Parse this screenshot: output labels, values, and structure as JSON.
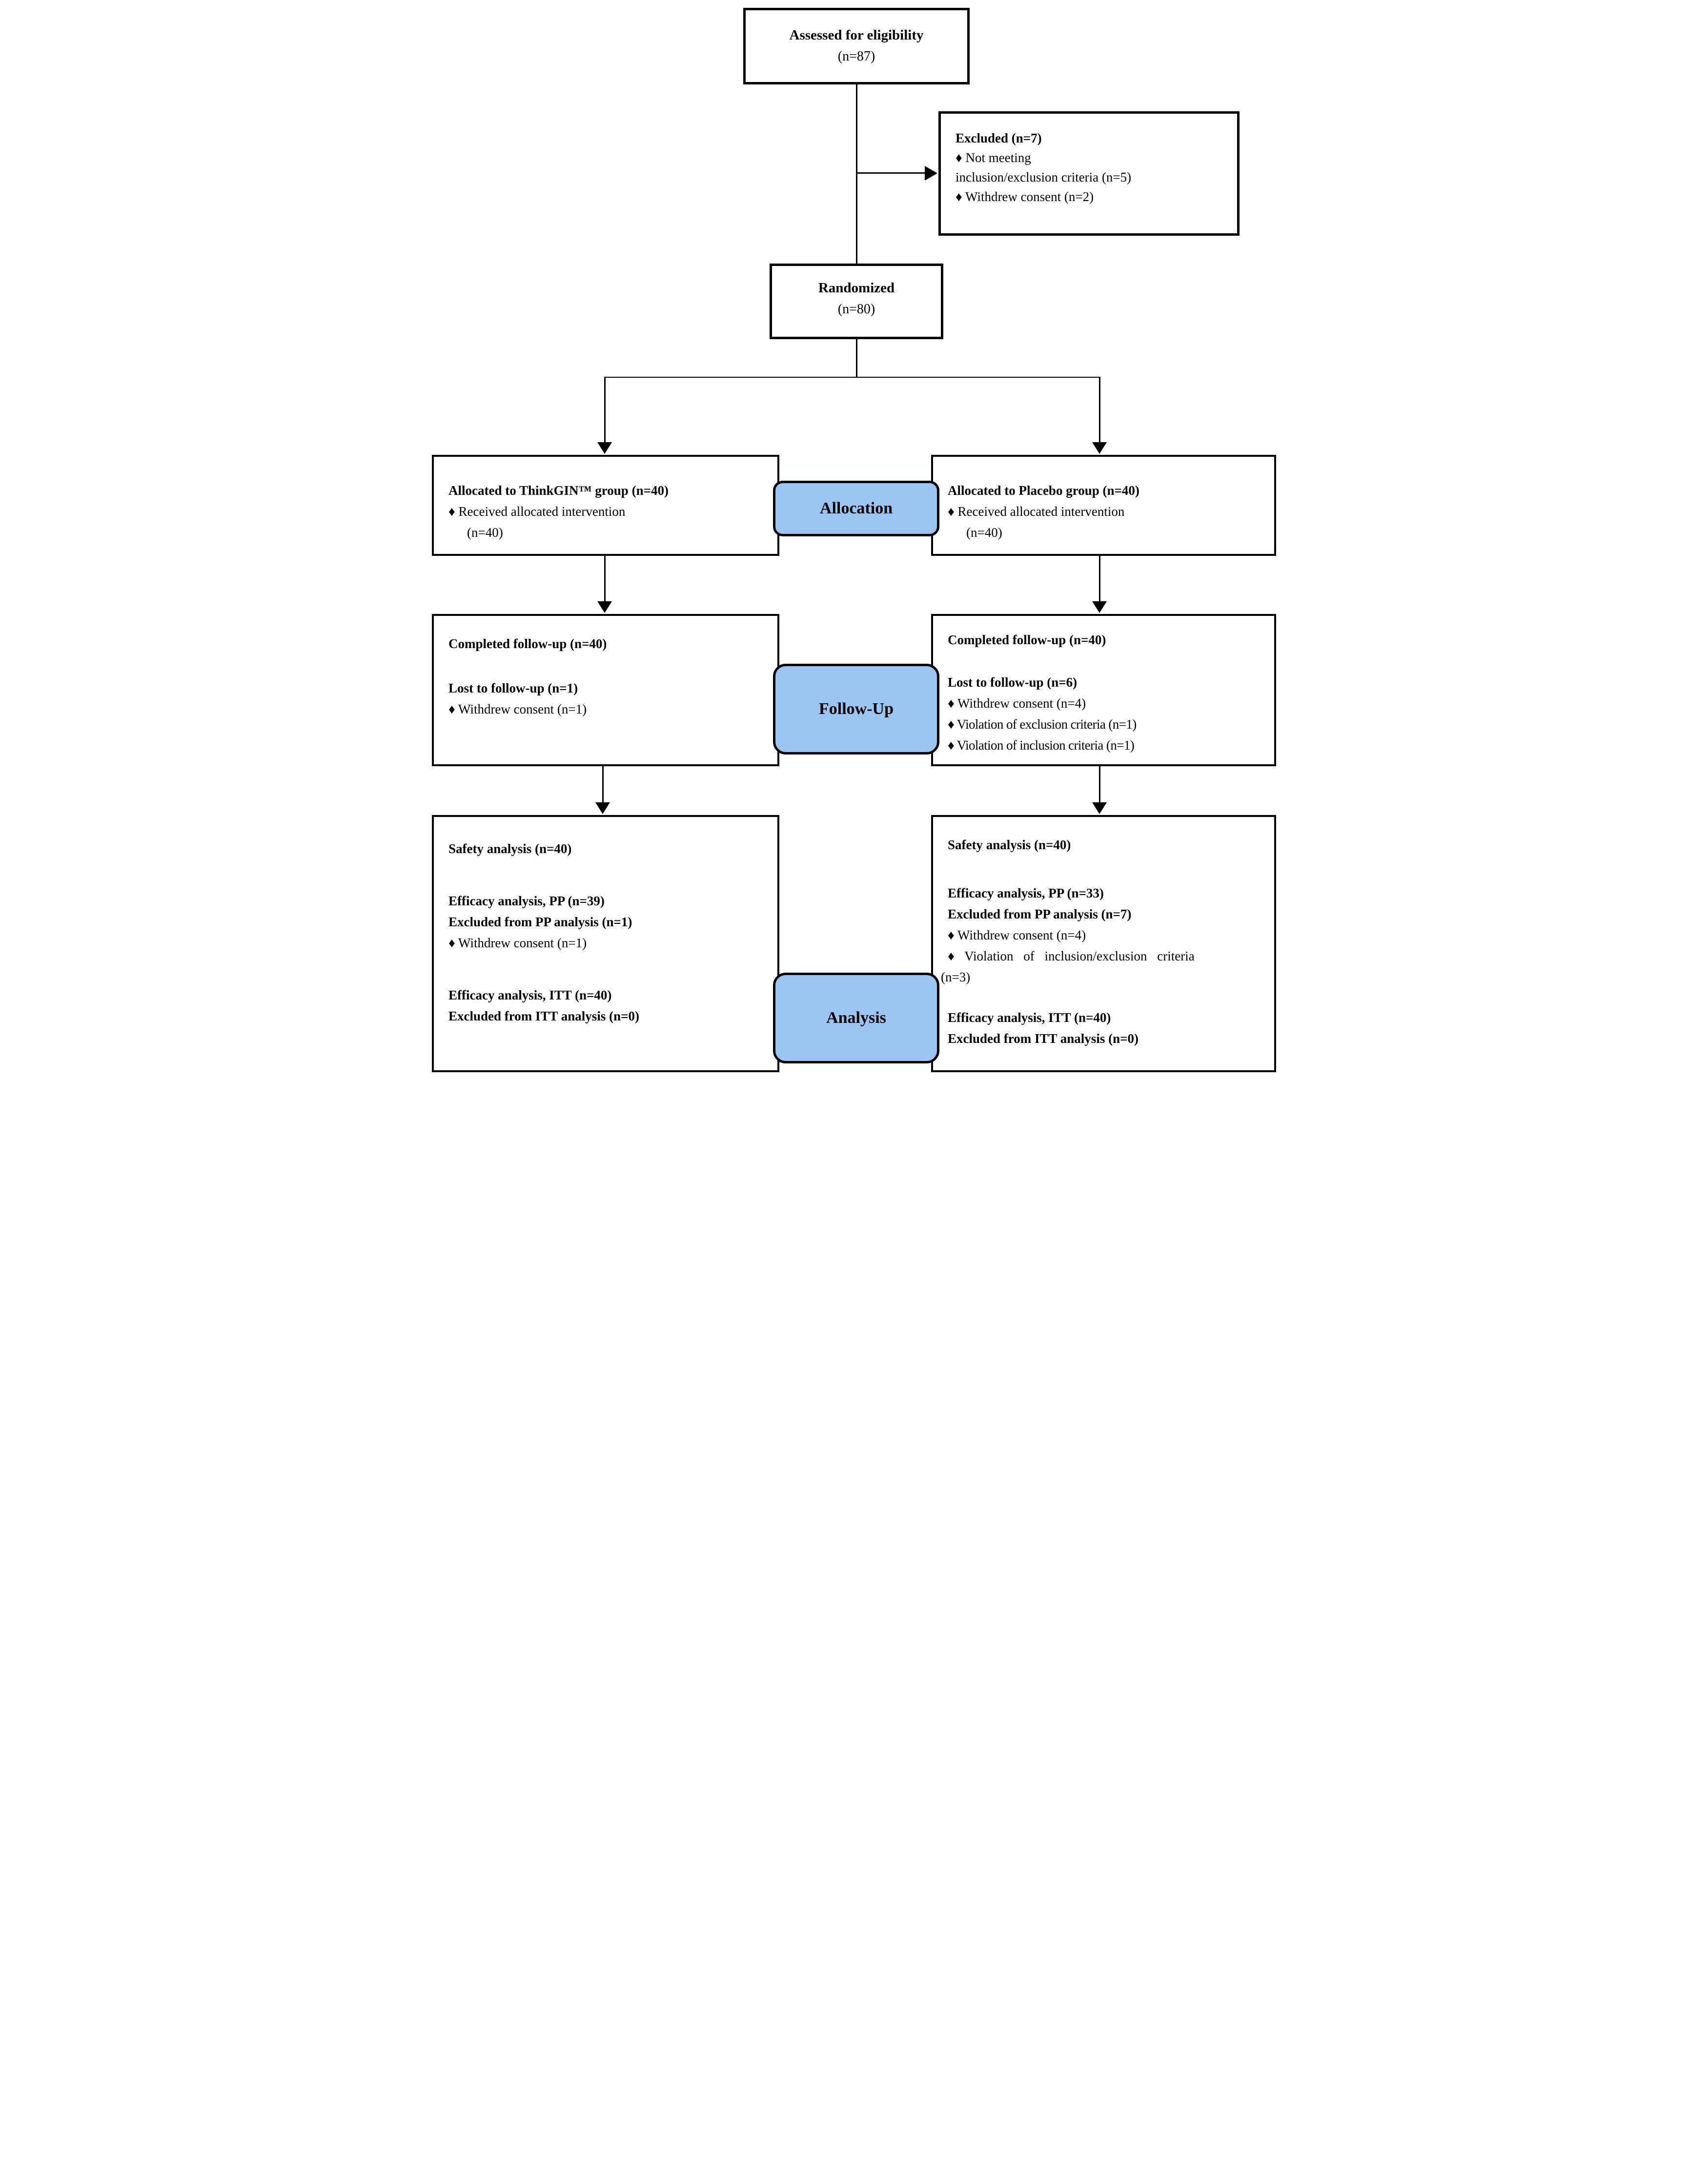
{
  "figure": {
    "type": "consort-flow-diagram",
    "colors": {
      "stage_fill": "#9CC4F2",
      "line": "#000000",
      "box_bg": "#ffffff"
    },
    "stages": {
      "allocation": "Allocation",
      "follow_up": "Follow-Up",
      "analysis": "Analysis"
    },
    "boxes": {
      "assessed": {
        "lines": [
          "Assessed for eligibility",
          "(n=87)"
        ]
      },
      "excluded": {
        "lines": [
          "Excluded (n=7)",
          "♦ Not meeting",
          "inclusion/exclusion criteria (n=5)",
          "♦ Withdrew consent (n=2)"
        ]
      },
      "randomized": {
        "lines": [
          "Randomized",
          "(n=80)"
        ]
      },
      "alloc_left": {
        "lines": [
          "Allocated to ThinkGIN™ group (n=40)",
          "♦ Received allocated intervention",
          "(n=40)"
        ]
      },
      "alloc_right": {
        "lines": [
          "Allocated to Placebo group (n=40)",
          "♦ Received allocated intervention",
          "(n=40)"
        ]
      },
      "followup_left": {
        "lines": [
          "Completed follow-up (n=40)",
          "Lost to follow-up (n=1)",
          "♦ Withdrew consent (n=1)"
        ]
      },
      "followup_right": {
        "lines": [
          "Completed follow-up (n=40)",
          "Lost to follow-up (n=6)",
          "♦ Withdrew consent (n=4)",
          "♦ Violation of exclusion criteria (n=1)",
          "♦  Violation of inclusion criteria (n=1)"
        ]
      },
      "analysis_left": {
        "lines": [
          "Safety analysis (n=40)",
          "Efficacy analysis, PP (n=39)",
          "Excluded from PP analysis (n=1)",
          "♦ Withdrew consent (n=1)",
          "Efficacy analysis, ITT (n=40)",
          "Excluded from ITT analysis (n=0)"
        ]
      },
      "analysis_right": {
        "lines": [
          "Safety analysis (n=40)",
          "Efficacy analysis, PP (n=33)",
          "Excluded from PP analysis (n=7)",
          "♦ Withdrew consent (n=4)",
          "♦ Violation of inclusion/exclusion criteria",
          "(n=3)",
          "Efficacy analysis, ITT (n=40)",
          "Excluded from ITT analysis (n=0)"
        ]
      }
    }
  }
}
